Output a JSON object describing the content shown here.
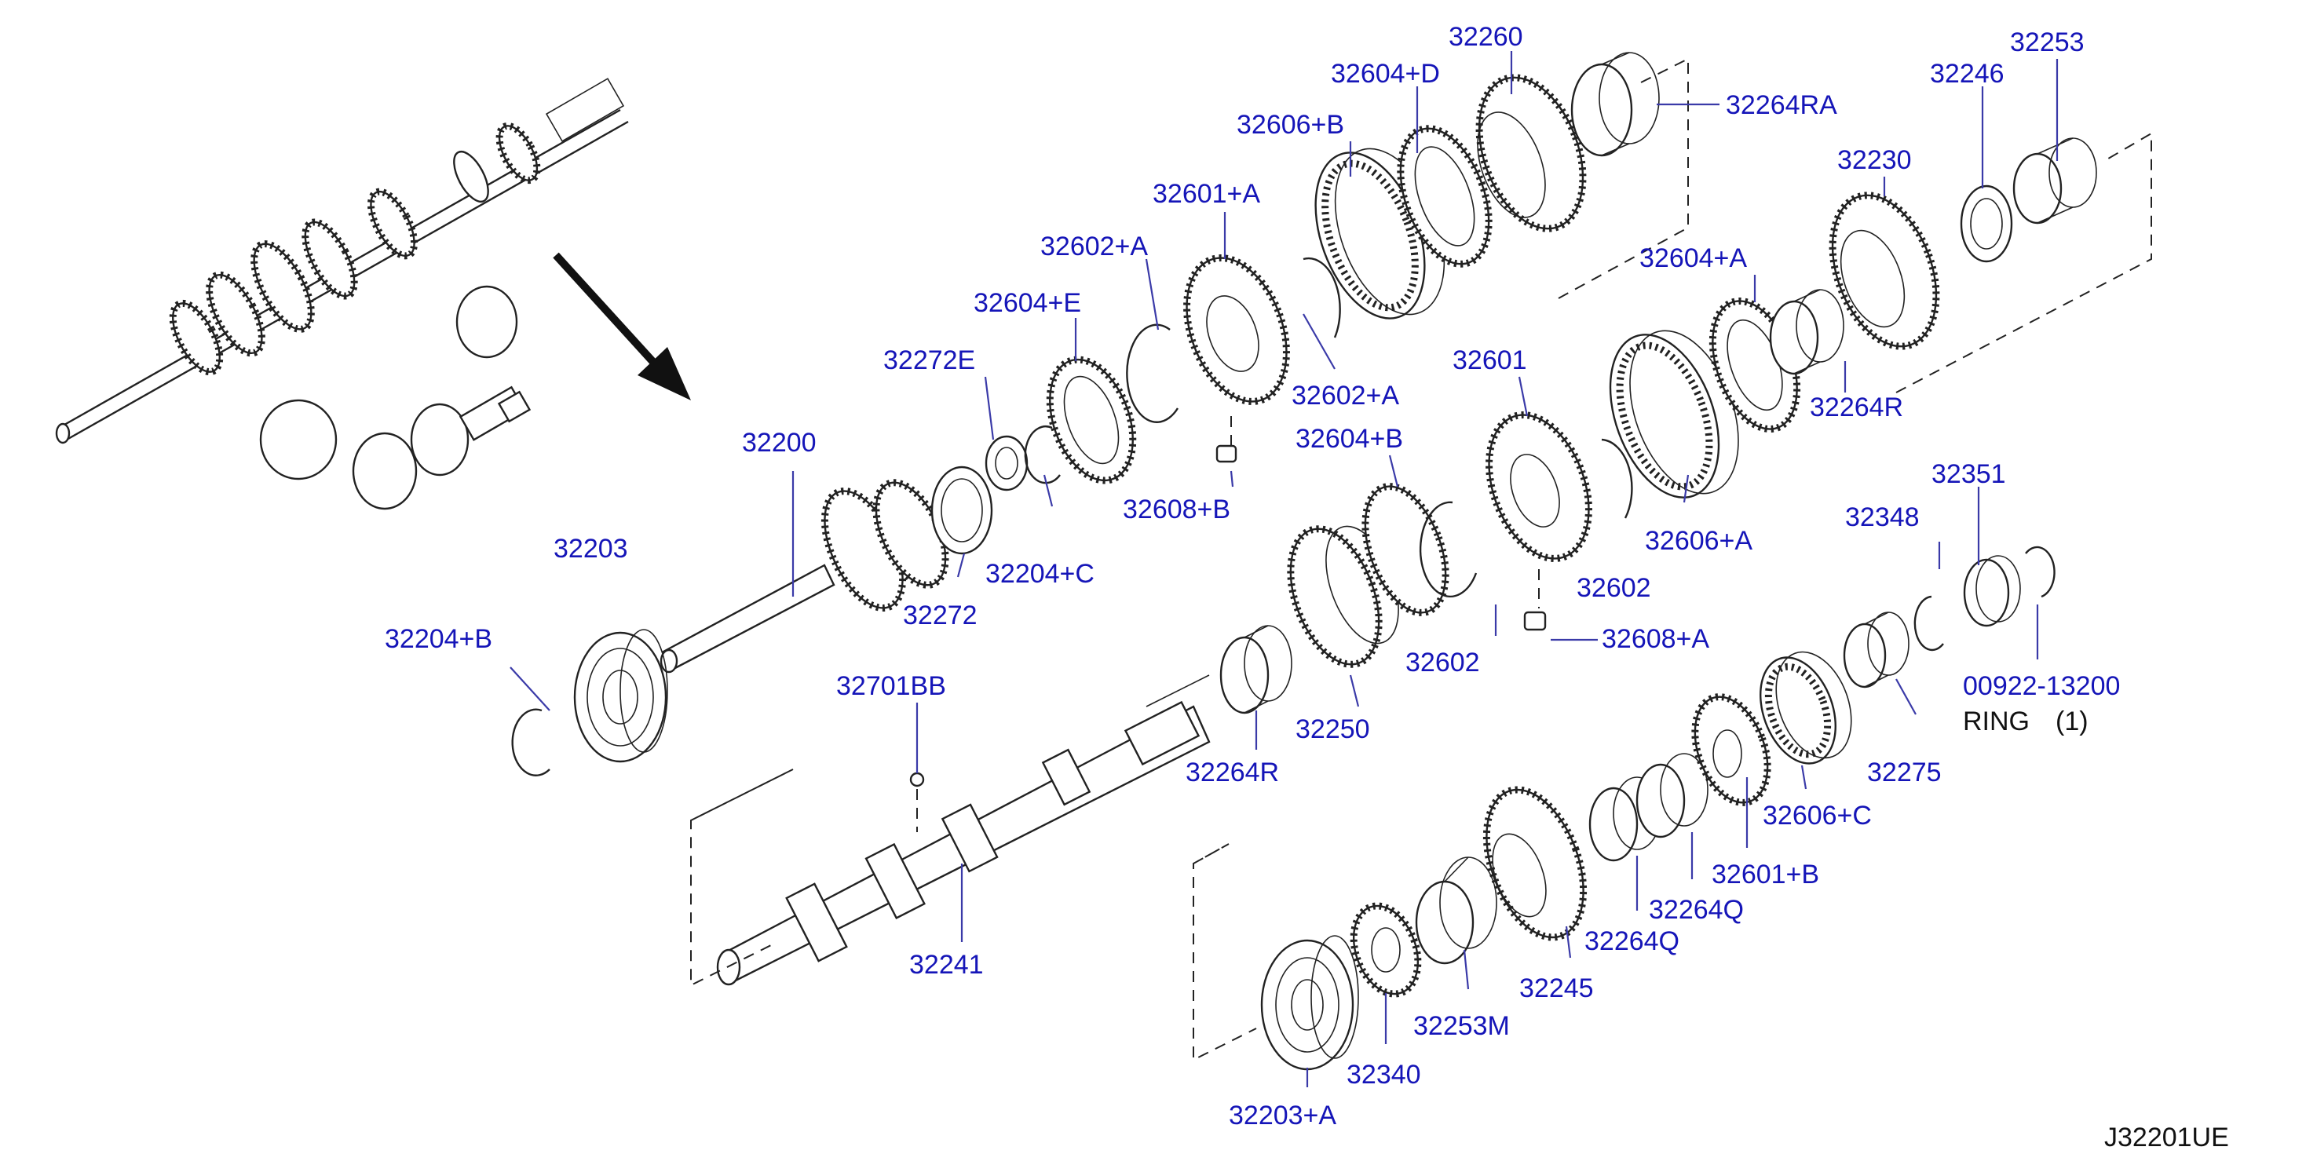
{
  "labels": {
    "l32260": "32260",
    "l32604D": "32604+D",
    "l32264RA": "32264RA",
    "l32606B": "32606+B",
    "l32253": "32253",
    "l32246": "32246",
    "l32601A": "32601+A",
    "l32230": "32230",
    "l32602A_top": "32602+A",
    "l32604A": "32604+A",
    "l32604E": "32604+E",
    "l32602A_mid": "32602+A",
    "l32272E": "32272E",
    "l32601": "32601",
    "l32264R_top": "32264R",
    "l32604B": "32604+B",
    "l32200": "32200",
    "l32608B": "32608+B",
    "l32606A": "32606+A",
    "l32351": "32351",
    "l32203": "32203",
    "l32204C": "32204+C",
    "l32348": "32348",
    "l32272": "32272",
    "l32602_partial": "32602",
    "l32204B": "32204+B",
    "l32608A": "32608+A",
    "l32602": "32602",
    "l00922": "00922-13200",
    "l32701BB": "32701BB",
    "l32250": "32250",
    "l32275": "32275",
    "l32264R_bot": "32264R",
    "l32606C": "32606+C",
    "l32601B": "32601+B",
    "l32264Q_a": "32264Q",
    "l32264Q_b": "32264Q",
    "l32241": "32241",
    "l32245": "32245",
    "l32253M": "32253M",
    "l32340": "32340",
    "l32203A": "32203+A"
  },
  "notes": {
    "ring_text": "RING",
    "ring_qty": "(1)",
    "diagram_code": "J32201UE"
  },
  "colors": {
    "label_blue": "#1515b8",
    "line_black": "#222222"
  }
}
